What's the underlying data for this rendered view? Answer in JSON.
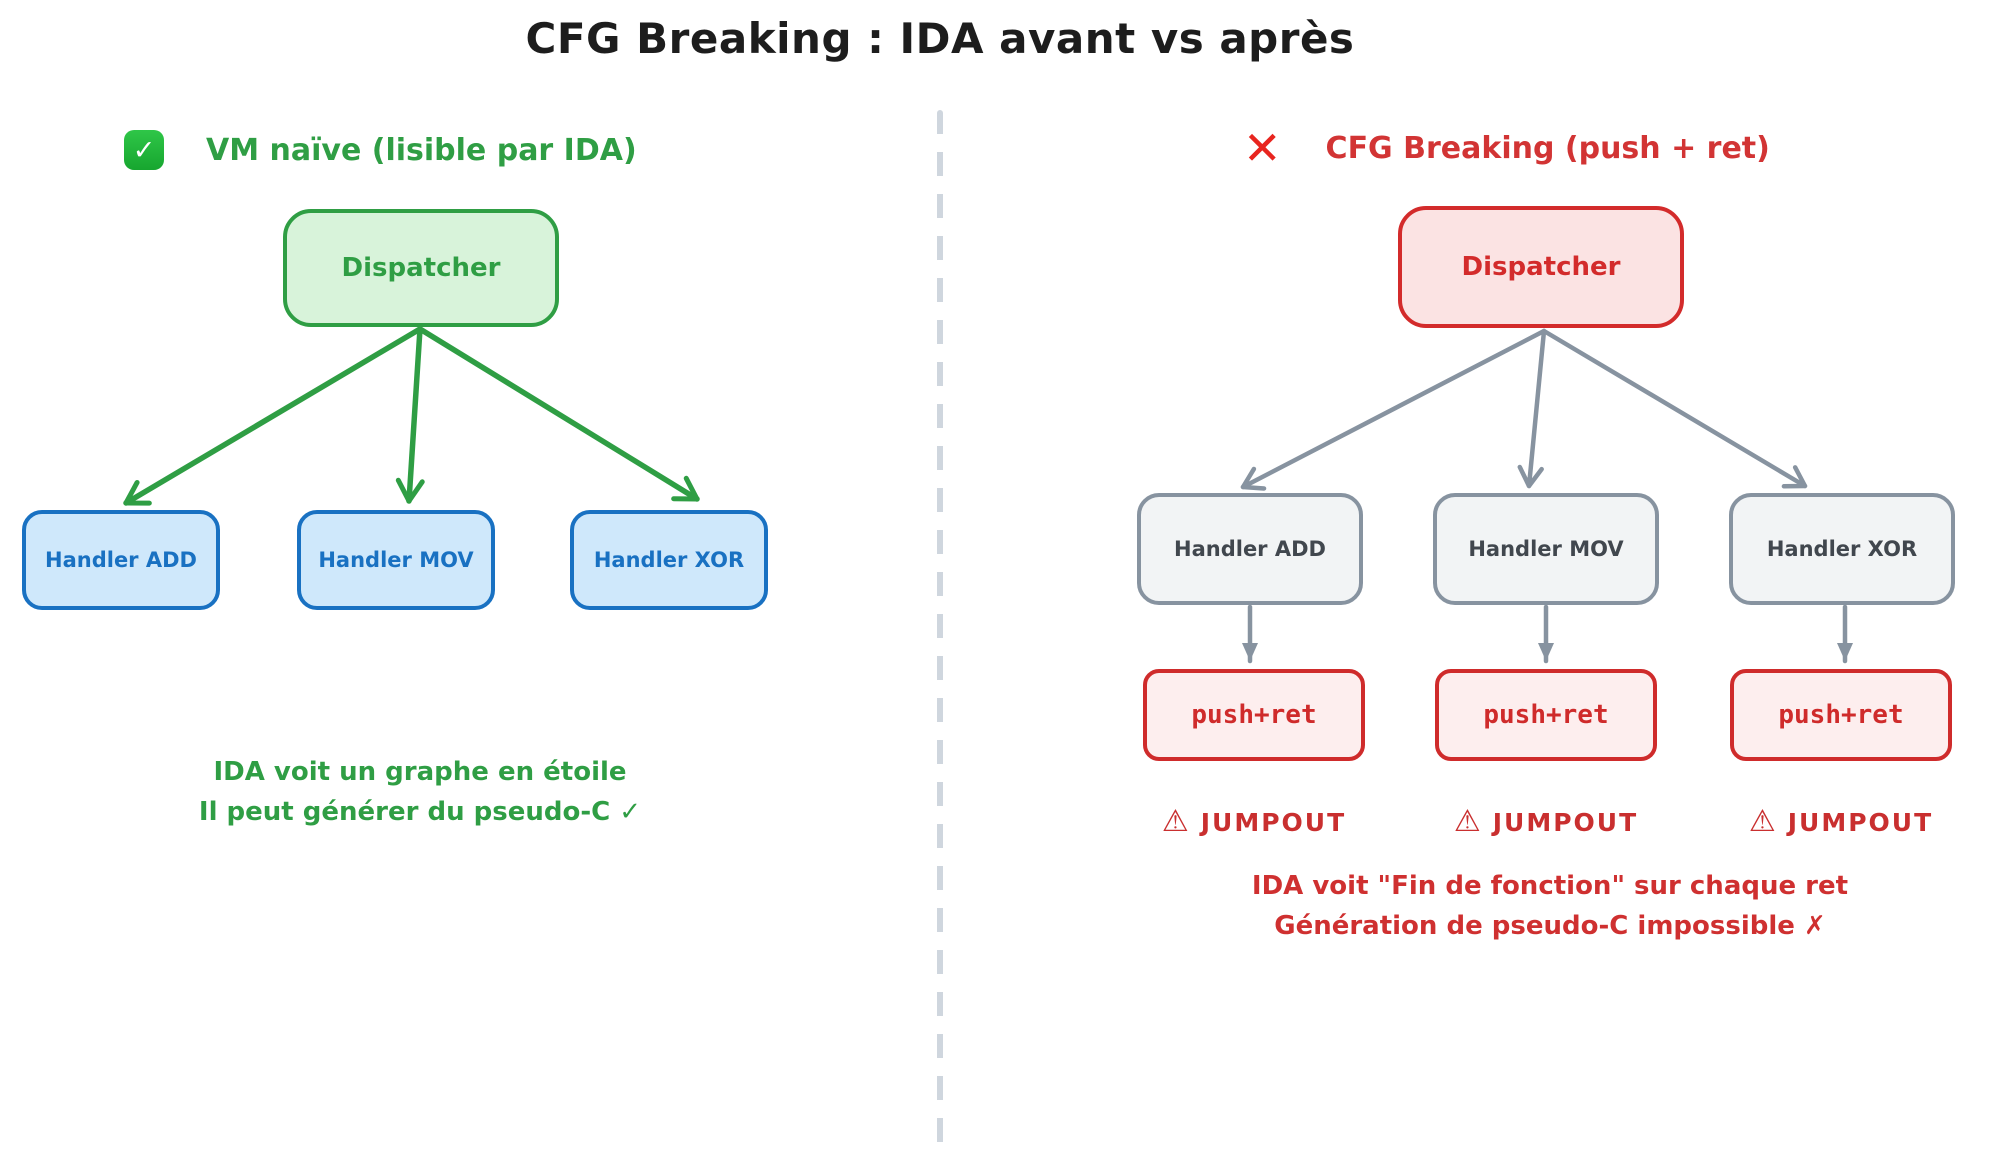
{
  "title": "CFG Breaking : IDA avant vs après",
  "left_panel": {
    "badge_glyph": "✓",
    "header": "VM naïve (lisible par IDA)",
    "dispatcher": "Dispatcher",
    "handlers": [
      "Handler ADD",
      "Handler MOV",
      "Handler XOR"
    ],
    "note_line1": "IDA voit un graphe en étoile",
    "note_line2": "Il peut générer du pseudo-C ✓"
  },
  "right_panel": {
    "badge_glyph": "✕",
    "header": "CFG Breaking (push + ret)",
    "dispatcher": "Dispatcher",
    "columns": [
      {
        "handler": "Handler ADD",
        "push_ret": "push+ret",
        "warning_glyph": "⚠",
        "jumpout": "JUMPOUT"
      },
      {
        "handler": "Handler MOV",
        "push_ret": "push+ret",
        "warning_glyph": "⚠",
        "jumpout": "JUMPOUT"
      },
      {
        "handler": "Handler XOR",
        "push_ret": "push+ret",
        "warning_glyph": "⚠",
        "jumpout": "JUMPOUT"
      }
    ],
    "note_line1": "IDA voit \"Fin de fonction\" sur chaque ret",
    "note_line2": "Génération de pseudo-C impossible ✗"
  },
  "colors": {
    "green_stroke": "#2f9e44",
    "green_fill": "#d8f3da",
    "blue_stroke": "#1971c2",
    "blue_fill": "#cfe8fb",
    "red_stroke": "#d32b2b",
    "red_fill": "#fbe3e3",
    "push_ret_fill": "#fdeeee",
    "gray_stroke": "#8793a0",
    "gray_fill": "#f2f4f5",
    "gray_text": "#41474e",
    "divider": "#cfd6de",
    "title_text": "#1d1d1d"
  }
}
